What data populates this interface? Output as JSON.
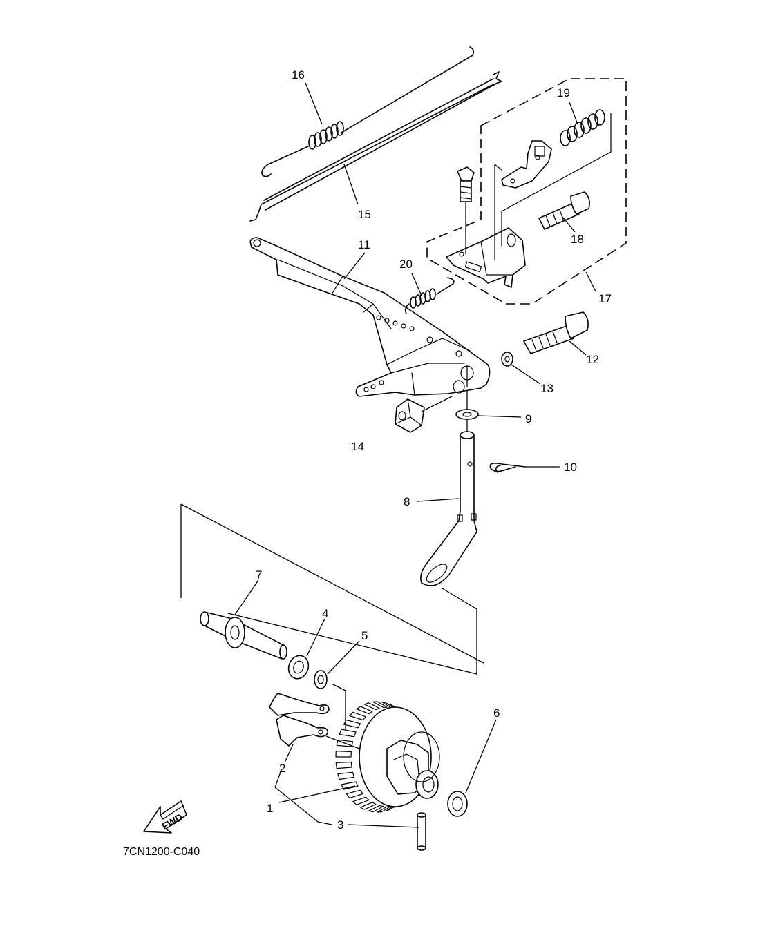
{
  "diagram_code": "7CN1200-C040",
  "direction_label": "FWD",
  "parts": [
    {
      "number": "1",
      "icon": "gear-icon"
    },
    {
      "number": "2",
      "icon": "weight-icon"
    },
    {
      "number": "3",
      "icon": "pin-icon"
    },
    {
      "number": "4",
      "icon": "washer-icon"
    },
    {
      "number": "5",
      "icon": "washer-icon"
    },
    {
      "number": "6",
      "icon": "washer-icon"
    },
    {
      "number": "7",
      "icon": "shaft-icon"
    },
    {
      "number": "8",
      "icon": "shaft-icon"
    },
    {
      "number": "9",
      "icon": "washer-icon"
    },
    {
      "number": "10",
      "icon": "clip-icon"
    },
    {
      "number": "11",
      "icon": "lever-icon"
    },
    {
      "number": "12",
      "icon": "bolt-icon"
    },
    {
      "number": "13",
      "icon": "washer-icon"
    },
    {
      "number": "14",
      "icon": "nut-icon"
    },
    {
      "number": "15",
      "icon": "rod-icon"
    },
    {
      "number": "16",
      "icon": "spring-icon"
    },
    {
      "number": "17",
      "icon": "bracket-icon"
    },
    {
      "number": "18",
      "icon": "bolt-icon"
    },
    {
      "number": "19",
      "icon": "spring-icon"
    },
    {
      "number": "20",
      "icon": "spring-icon"
    }
  ]
}
